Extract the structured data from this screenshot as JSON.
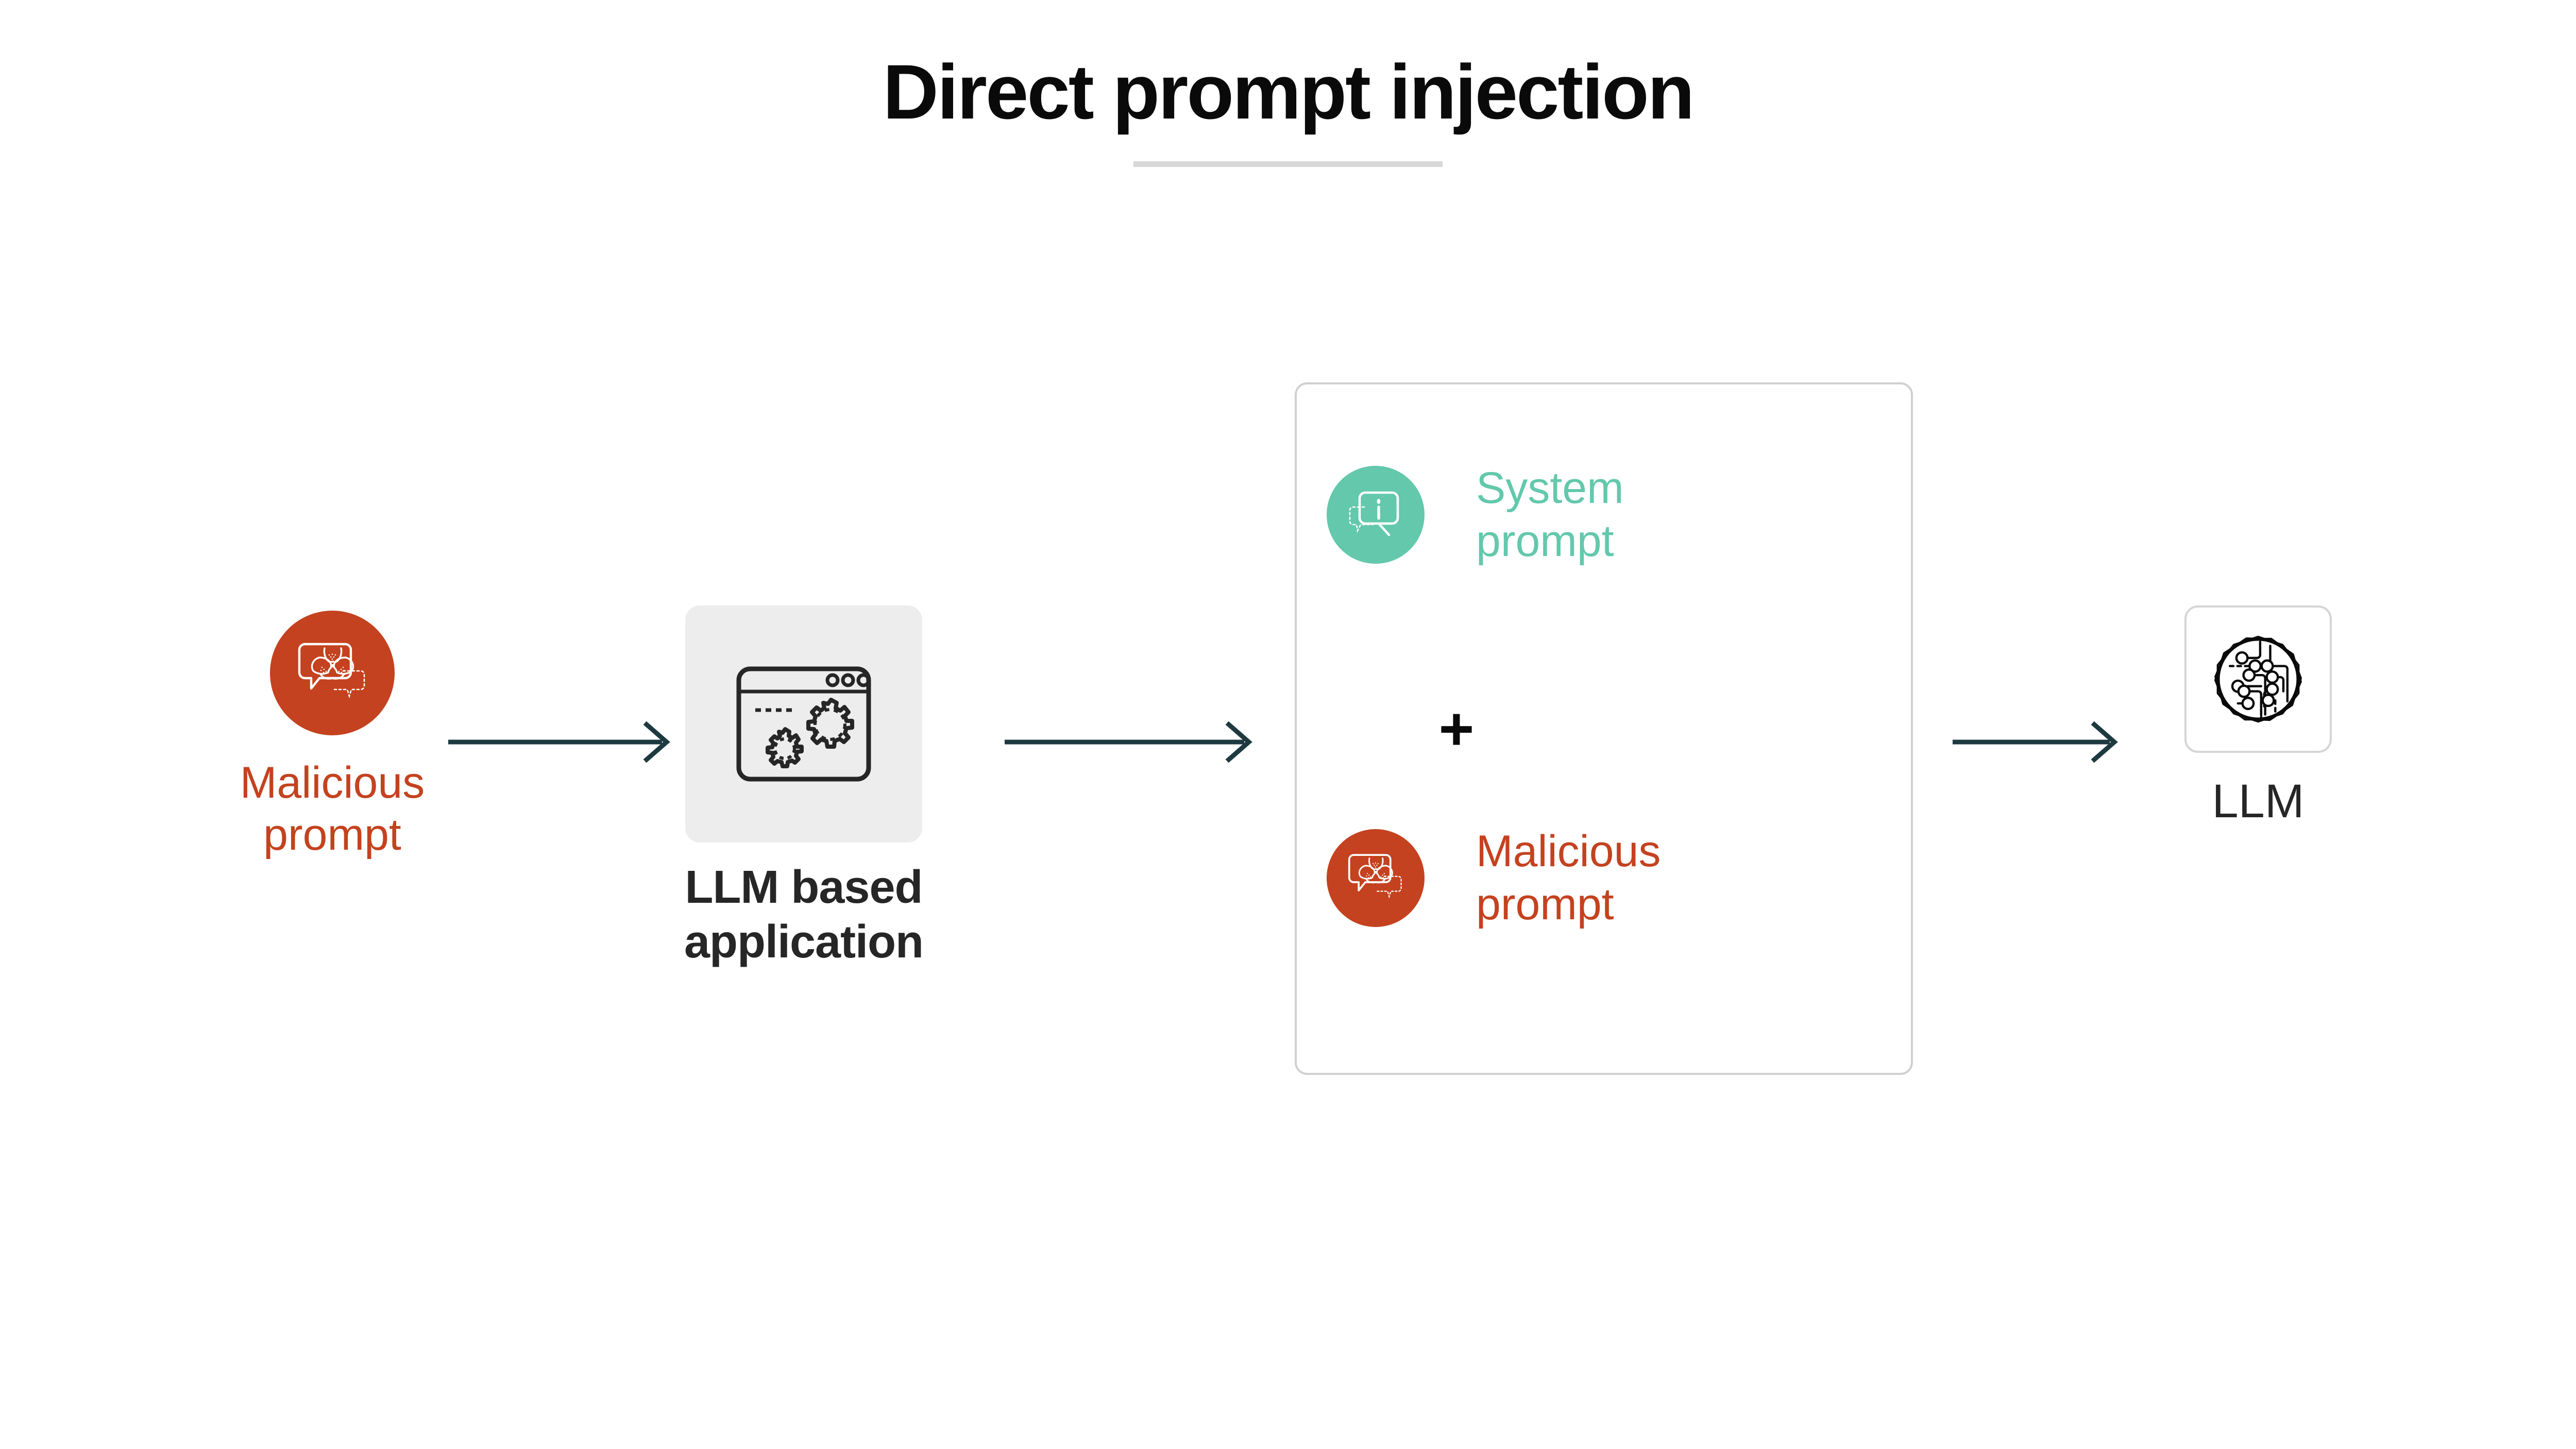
{
  "page": {
    "title": "Direct prompt injection",
    "background_color": "#ffffff",
    "divider_color": "#d8d8d8"
  },
  "palette": {
    "malicious_red": "#c4421f",
    "system_green": "#63c8ac",
    "app_gray": "#ededed",
    "arrow_teal": "#1e3a40",
    "text_dark": "#262626",
    "border_gray": "#d0d0d0"
  },
  "diagram": {
    "type": "flow",
    "nodes": [
      {
        "id": "malicious-prompt",
        "label": "Malicious\nprompt",
        "icon": "biohazard-speech-bubble-icon",
        "shape": "circle",
        "fill": "#c4421f",
        "label_color": "#c4421f"
      },
      {
        "id": "llm-based-application",
        "label": "LLM based\napplication",
        "icon": "browser-gears-icon",
        "shape": "rounded-square",
        "fill": "#ededed",
        "label_color": "#262626"
      },
      {
        "id": "combined-prompt",
        "label": "",
        "shape": "rounded-rect-outline",
        "operator": "+",
        "children": [
          {
            "id": "system-prompt",
            "label": "System\nprompt",
            "icon": "info-speech-bubble-icon",
            "shape": "circle",
            "fill": "#63c8ac",
            "label_color": "#63c8ac"
          },
          {
            "id": "malicious-prompt-inner",
            "label": "Malicious\nprompt",
            "icon": "biohazard-speech-bubble-icon",
            "shape": "circle",
            "fill": "#c4421f",
            "label_color": "#c4421f"
          }
        ]
      },
      {
        "id": "llm",
        "label": "LLM",
        "icon": "neural-circuit-badge-icon",
        "shape": "rounded-square-outline",
        "fill": "#ffffff",
        "label_color": "#262626"
      }
    ],
    "edges": [
      {
        "id": "arrow-1",
        "from": "malicious-prompt",
        "to": "llm-based-application",
        "style": "solid-arrow",
        "color": "#1e3a40"
      },
      {
        "id": "arrow-2",
        "from": "llm-based-application",
        "to": "combined-prompt",
        "style": "solid-arrow",
        "color": "#1e3a40"
      },
      {
        "id": "arrow-3",
        "from": "combined-prompt",
        "to": "llm",
        "style": "solid-arrow",
        "color": "#1e3a40"
      }
    ]
  }
}
